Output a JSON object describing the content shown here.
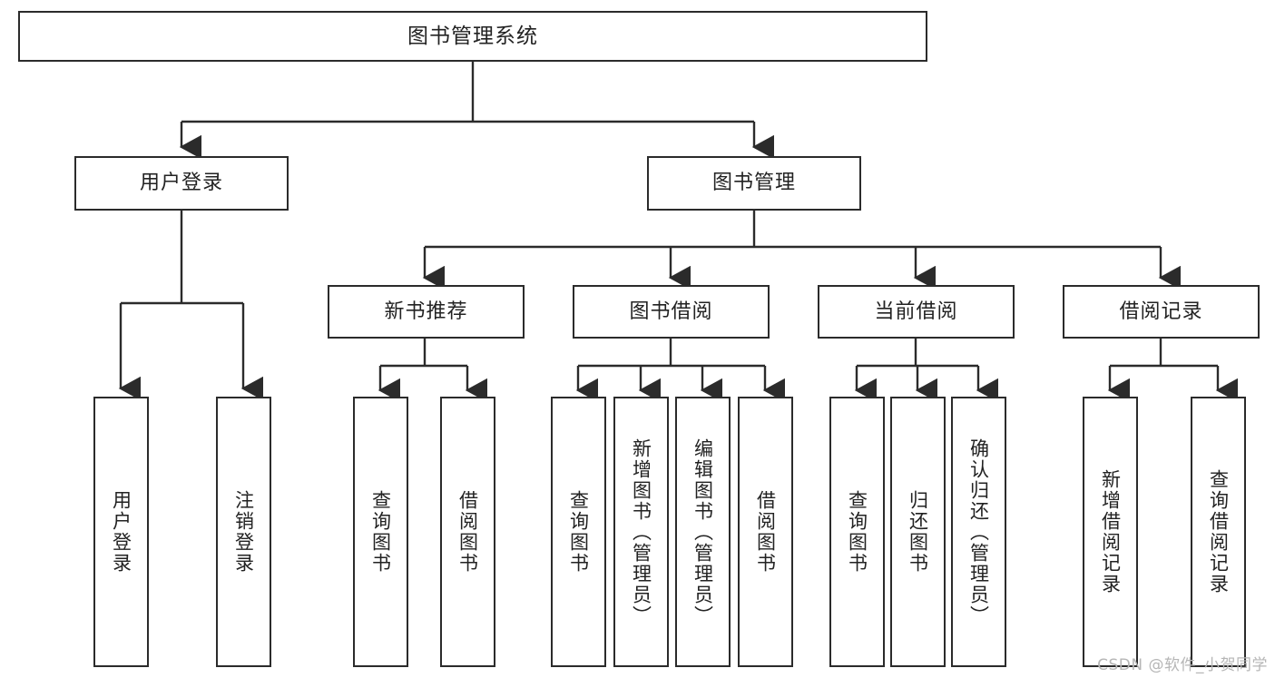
{
  "diagram": {
    "type": "tree",
    "title": "图书管理系统",
    "orientation": "top-down",
    "colors": {
      "box_border": "#2b2b2b",
      "box_fill": "#ffffff",
      "connector": "#2b2b2b",
      "text": "#222222",
      "watermark": "#b6b6b6",
      "background": "#ffffff"
    },
    "root": {
      "label": "图书管理系统"
    },
    "level2": [
      {
        "label": "用户登录"
      },
      {
        "label": "图书管理"
      }
    ],
    "level3": [
      {
        "label": "新书推荐"
      },
      {
        "label": "图书借阅"
      },
      {
        "label": "当前借阅"
      },
      {
        "label": "借阅记录"
      }
    ],
    "leaves_user_login": [
      {
        "label": "用户登录"
      },
      {
        "label": "注销登录"
      }
    ],
    "leaves_new_books": [
      {
        "label": "查询图书"
      },
      {
        "label": "借阅图书"
      }
    ],
    "leaves_borrow": [
      {
        "label": "查询图书"
      },
      {
        "label": "新增图书（管理员）"
      },
      {
        "label": "编辑图书（管理员）"
      },
      {
        "label": "借阅图书"
      }
    ],
    "leaves_current": [
      {
        "label": "查询图书"
      },
      {
        "label": "归还图书"
      },
      {
        "label": "确认归还（管理员）"
      }
    ],
    "leaves_records": [
      {
        "label": "新增借阅记录"
      },
      {
        "label": "查询借阅记录"
      }
    ]
  },
  "watermark": {
    "text": "CSDN @软件_小贺同学"
  }
}
